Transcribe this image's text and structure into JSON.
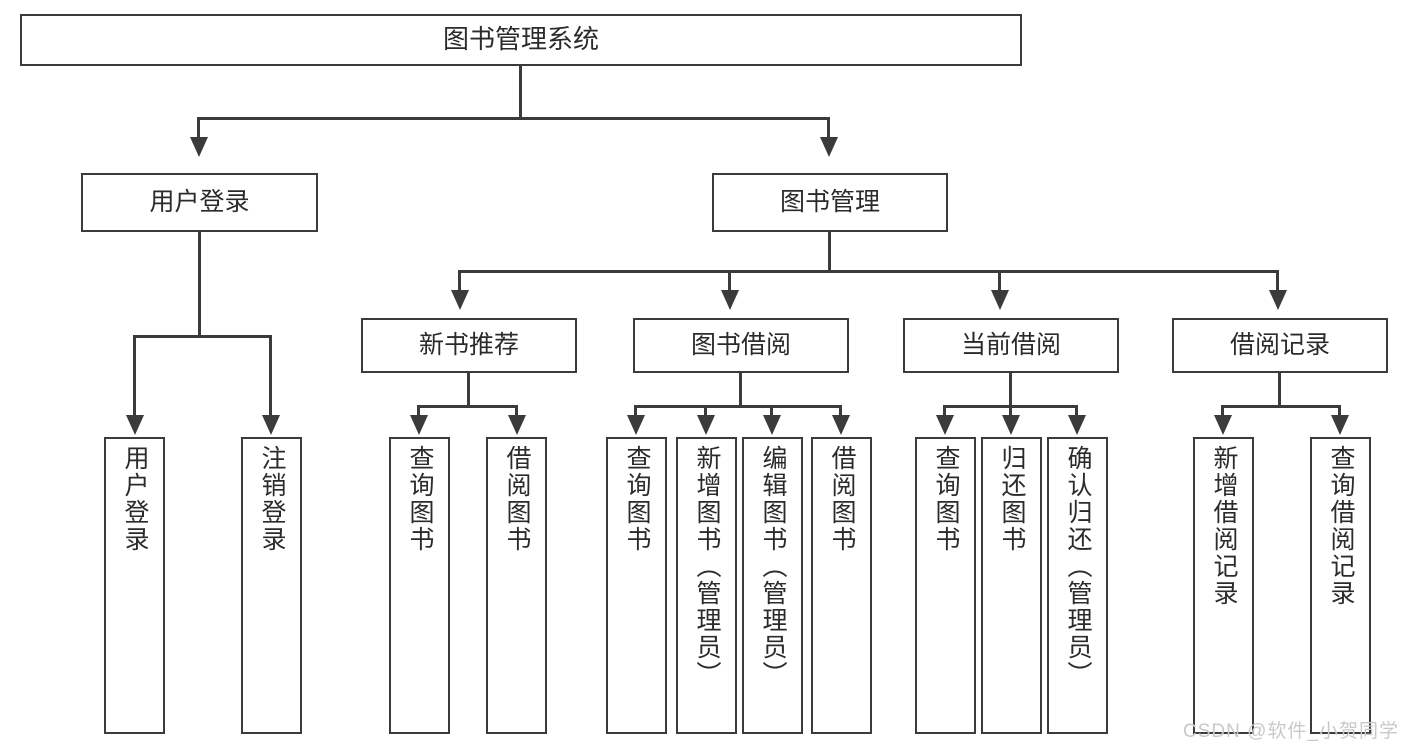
{
  "diagram": {
    "title": "图书管理系统",
    "type": "hierarchy-tree",
    "watermark": "CSDN @软件_小贺同学",
    "colors": {
      "stroke": "#3b3b3b",
      "text": "#2b2b2b",
      "background": "#ffffff",
      "watermark": "#c9c9c9"
    },
    "root": {
      "label": "图书管理系统"
    },
    "level2": [
      {
        "label": "用户登录"
      },
      {
        "label": "图书管理"
      }
    ],
    "level3": [
      {
        "label": "新书推荐"
      },
      {
        "label": "图书借阅"
      },
      {
        "label": "当前借阅"
      },
      {
        "label": "借阅记录"
      }
    ],
    "leaves": {
      "user_login": [
        {
          "label": "用户登录"
        },
        {
          "label": "注销登录"
        }
      ],
      "new_book_recommend": [
        {
          "label": "查询图书"
        },
        {
          "label": "借阅图书"
        }
      ],
      "book_borrow": [
        {
          "label": "查询图书"
        },
        {
          "label": "新增图书（管理员）"
        },
        {
          "label": "编辑图书（管理员）"
        },
        {
          "label": "借阅图书"
        }
      ],
      "current_borrow": [
        {
          "label": "查询图书"
        },
        {
          "label": "归还图书"
        },
        {
          "label": "确认归还（管理员）"
        }
      ],
      "borrow_record": [
        {
          "label": "新增借阅记录"
        },
        {
          "label": "查询借阅记录"
        }
      ]
    }
  }
}
